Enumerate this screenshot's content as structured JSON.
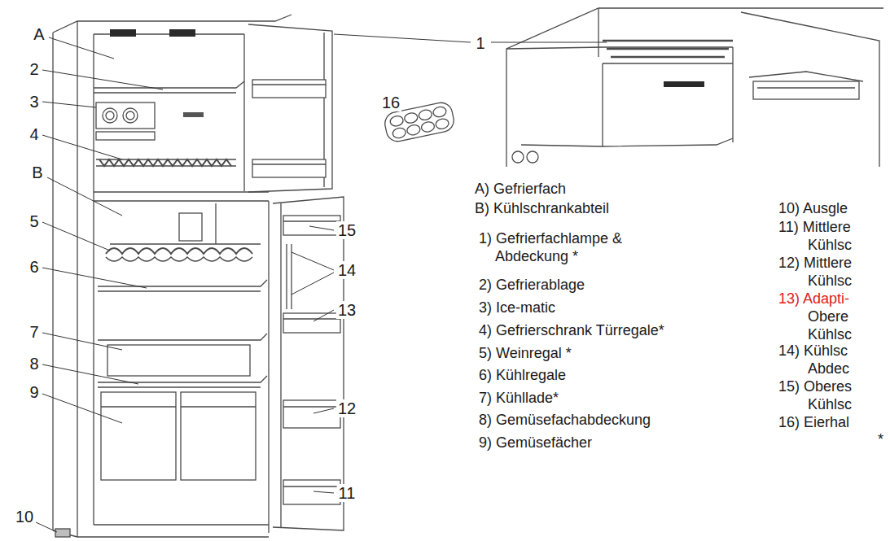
{
  "diagram": {
    "labels": [
      "A",
      "2",
      "3",
      "4",
      "B",
      "5",
      "6",
      "7",
      "8",
      "9",
      "10",
      "1",
      "16",
      "15",
      "14",
      "13",
      "12",
      "11",
      "A) Gefrierfach",
      "B) Kühlschrankabteil",
      "1) Gefrierfachlampe & Abdeckung *",
      "2) Gefrierablage",
      "3) Ice-matic",
      "4) Gefrierschrank Türregale*",
      "5) Weinregal *",
      "6) Kühlregale",
      "7) Kühllade*",
      "8) Gemüsefachabdeckung",
      "9) Gemüsefächer",
      "10) Ausgle",
      "11) Mittlere Kühlsc",
      "12) Mittlere Kühlsc",
      "13) Adapti- Obere Kühlsc",
      "14) Kühlsc Abdec",
      "15) Oberes Kühlsc",
      "16) Eierhal",
      "*"
    ]
  }
}
